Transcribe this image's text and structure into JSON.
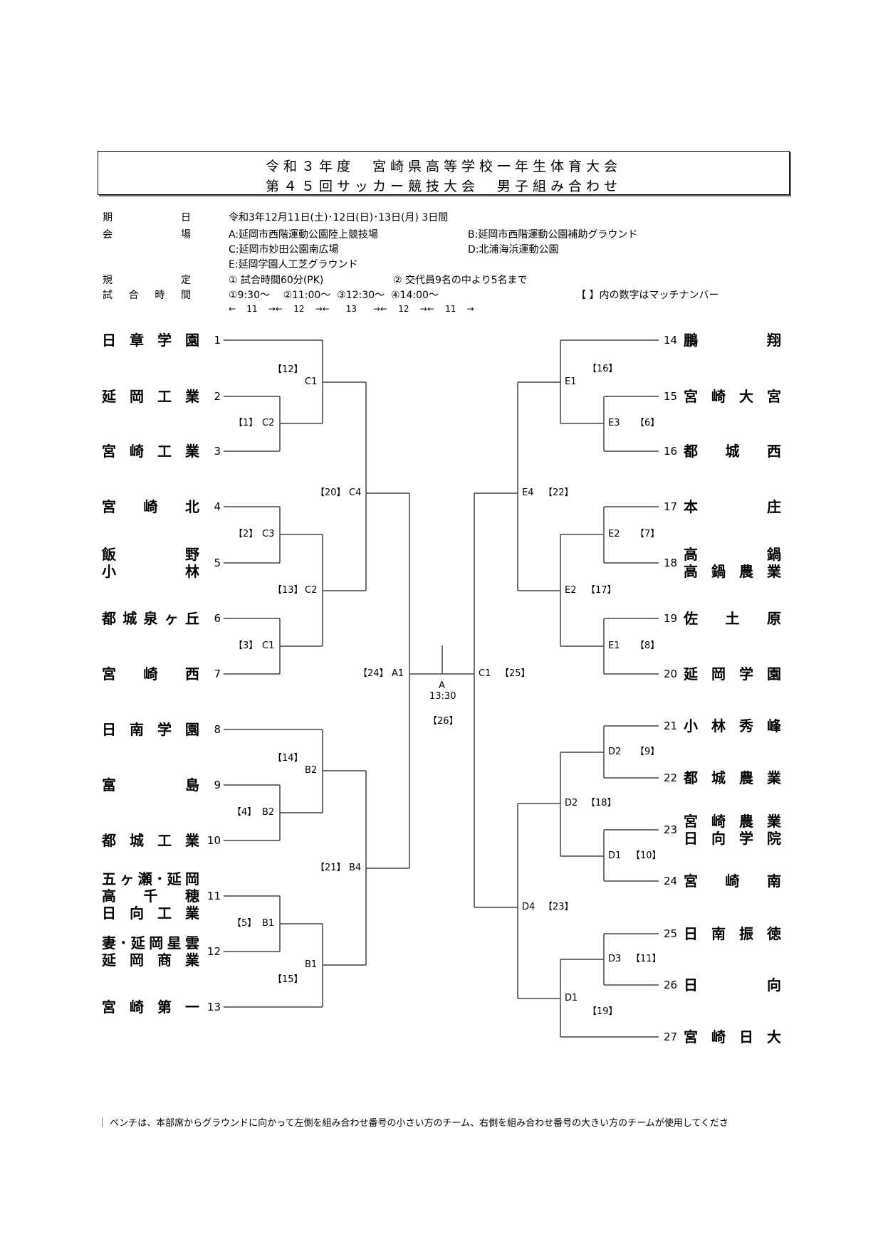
{
  "title": {
    "line1": "令和３年度　宮崎県高等学校一年生体育大会",
    "line2": "第４５回サッカー競技大会　男子組み合わせ"
  },
  "info": {
    "period_label": "期日",
    "period_value": "令和3年12月11日(土)･12日(日)･13日(月)  3日間",
    "venue_label": "会場",
    "venues": [
      "A:延岡市西階運動公園陸上競技場",
      "B:延岡市西階運動公園補助グラウンド",
      "C:延岡市妙田公園南広場",
      "D:北浦海浜運動公園",
      "E:延岡学園人工芝グラウンド"
    ],
    "rules_label": "規定",
    "rule1": "① 試合時間60分(PK)",
    "rule2": "② 交代員9名の中より5名まで",
    "time_label": "試合時間",
    "times": "①9:30～　 ②11:00～  ③12:30～  ④14:00～",
    "match_number_note": "【  】内の数字はマッチナンバー",
    "intervals": "←    11    →←    12    →←      13      →←    12    →←    11    →"
  },
  "left_teams": [
    {
      "no": "1",
      "lines": [
        "日章学園"
      ]
    },
    {
      "no": "2",
      "lines": [
        "延岡工業"
      ]
    },
    {
      "no": "3",
      "lines": [
        "宮崎工業"
      ]
    },
    {
      "no": "4",
      "lines": [
        "宮崎北"
      ]
    },
    {
      "no": "5",
      "lines": [
        "飯野",
        "小林"
      ]
    },
    {
      "no": "6",
      "lines": [
        "都城泉ヶ丘"
      ]
    },
    {
      "no": "7",
      "lines": [
        "宮崎西"
      ]
    },
    {
      "no": "8",
      "lines": [
        "日南学園"
      ]
    },
    {
      "no": "9",
      "lines": [
        "富島"
      ]
    },
    {
      "no": "10",
      "lines": [
        "都城工業"
      ]
    },
    {
      "no": "11",
      "lines": [
        "五ヶ瀬･延岡",
        "高千穂",
        "日向工業"
      ]
    },
    {
      "no": "12",
      "lines": [
        "妻･延岡星雲",
        "延岡商業"
      ]
    },
    {
      "no": "13",
      "lines": [
        "宮崎第一"
      ]
    }
  ],
  "right_teams": [
    {
      "no": "14",
      "lines": [
        "鵬翔"
      ]
    },
    {
      "no": "15",
      "lines": [
        "宮崎大宮"
      ]
    },
    {
      "no": "16",
      "lines": [
        "都城西"
      ]
    },
    {
      "no": "17",
      "lines": [
        "本庄"
      ]
    },
    {
      "no": "18",
      "lines": [
        "高鍋",
        "高鍋農業"
      ]
    },
    {
      "no": "19",
      "lines": [
        "佐土原"
      ]
    },
    {
      "no": "20",
      "lines": [
        "延岡学園"
      ]
    },
    {
      "no": "21",
      "lines": [
        "小林秀峰"
      ]
    },
    {
      "no": "22",
      "lines": [
        "都城農業"
      ]
    },
    {
      "no": "23",
      "lines": [
        "宮崎農業",
        "日向学院"
      ]
    },
    {
      "no": "24",
      "lines": [
        "宮崎南"
      ]
    },
    {
      "no": "25",
      "lines": [
        "日南振徳"
      ]
    },
    {
      "no": "26",
      "lines": [
        "日向"
      ]
    },
    {
      "no": "27",
      "lines": [
        "宮崎日大"
      ]
    }
  ],
  "matches": [
    {
      "no": "【1】",
      "venue": "C2"
    },
    {
      "no": "【12】",
      "venue": "C1"
    },
    {
      "no": "【2】",
      "venue": "C3"
    },
    {
      "no": "【3】",
      "venue": "C1"
    },
    {
      "no": "【13】",
      "venue": "C2"
    },
    {
      "no": "【20】",
      "venue": "C4"
    },
    {
      "no": "【14】",
      "venue": "B2"
    },
    {
      "no": "【4】",
      "venue": "B2"
    },
    {
      "no": "【5】",
      "venue": "B1"
    },
    {
      "no": "【15】",
      "venue": "B1"
    },
    {
      "no": "【21】",
      "venue": "B4"
    },
    {
      "no": "【24】",
      "venue": "A1"
    },
    {
      "no": "【16】",
      "venue": "E1"
    },
    {
      "no": "【6】",
      "venue": "E3"
    },
    {
      "no": "【7】",
      "venue": "E2"
    },
    {
      "no": "【8】",
      "venue": "E1"
    },
    {
      "no": "【17】",
      "venue": "E2"
    },
    {
      "no": "【22】",
      "venue": "E4"
    },
    {
      "no": "【9】",
      "venue": "D2"
    },
    {
      "no": "【10】",
      "venue": "D1"
    },
    {
      "no": "【18】",
      "venue": "D2"
    },
    {
      "no": "【11】",
      "venue": "D3"
    },
    {
      "no": "【19】",
      "venue": "D1"
    },
    {
      "no": "【23】",
      "venue": "D4"
    },
    {
      "no": "【25】",
      "venue": "C1"
    }
  ],
  "final": {
    "venue": "A",
    "time": "13:30",
    "no": "【26】"
  },
  "footer": "｜ ベンチは、本部席からグラウンドに向かって左側を組み合わせ番号の小さい方のチーム、右側を組み合わせ番号の大きい方のチームが使用してくださ"
}
